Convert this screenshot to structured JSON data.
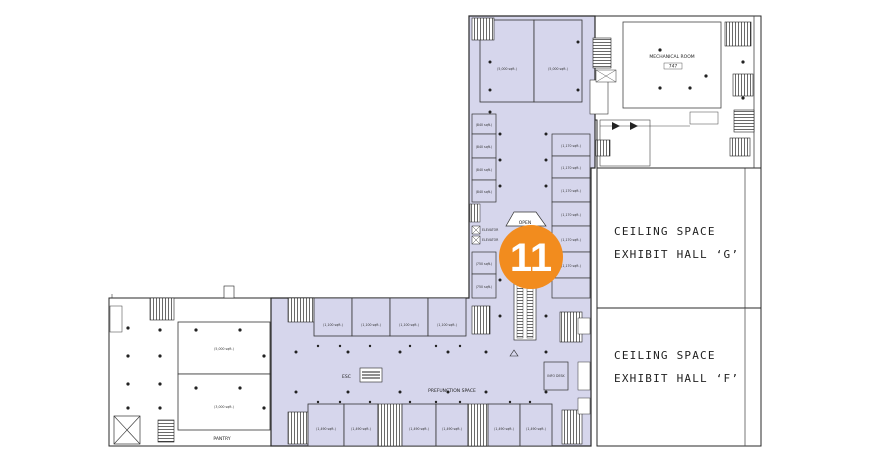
{
  "colors": {
    "floor_fill": "#d6d6ec",
    "outline": "#2a2a2a",
    "badge": "#f28c1e",
    "badge_text": "#ffffff",
    "stair": "#222222"
  },
  "badge": {
    "number": "11"
  },
  "labels": {
    "mechanical_room": "MECHANICAL ROOM",
    "mechanical_room_num": "747",
    "open": "OPEN",
    "ceiling_g": "CEILING SPACE",
    "exhibit_g": "EXHIBIT HALL ‘G’",
    "ceiling_f": "CEILING SPACE",
    "exhibit_f": "EXHIBIT HALL ‘F’",
    "esc": "ESC",
    "prefunction": "PREFUNCTION SPACE",
    "pantry": "PANTRY",
    "elevator_1": "ELEVATOR",
    "elevator_2": "ELEVATOR",
    "room_r1": "(5,000 sqft.)",
    "room_r2": "(5,000 sqft.)",
    "room_s1": "(840 sqft.)",
    "room_s2": "(840 sqft.)",
    "room_s3": "(840 sqft.)",
    "room_s4": "(840 sqft.)",
    "room_s5": "(750 sqft.)",
    "room_s6": "(750 sqft.)",
    "room_e1": "(1,170 sqft.)",
    "room_e2": "(1,170 sqft.)",
    "room_e3": "(1,170 sqft.)",
    "room_e4": "(1,170 sqft.)",
    "room_e5": "(1,170 sqft.)",
    "room_e6": "(1,170 sqft.)",
    "room_b1": "(1,100 sqft.)",
    "room_b2": "(1,100 sqft.)",
    "room_b3": "(1,100 sqft.)",
    "room_b4": "(1,100 sqft.)",
    "room_c1": "(1,490 sqft.)",
    "room_c2": "(1,490 sqft.)",
    "room_c3": "(1,490 sqft.)",
    "room_c4": "(1,490 sqft.)",
    "room_c5": "(1,490 sqft.)",
    "room_c6": "(1,490 sqft.)",
    "room_w1": "(5,000 sqft.)",
    "room_w2": "(3,000 sqft.)",
    "info": "INFO DESK"
  }
}
